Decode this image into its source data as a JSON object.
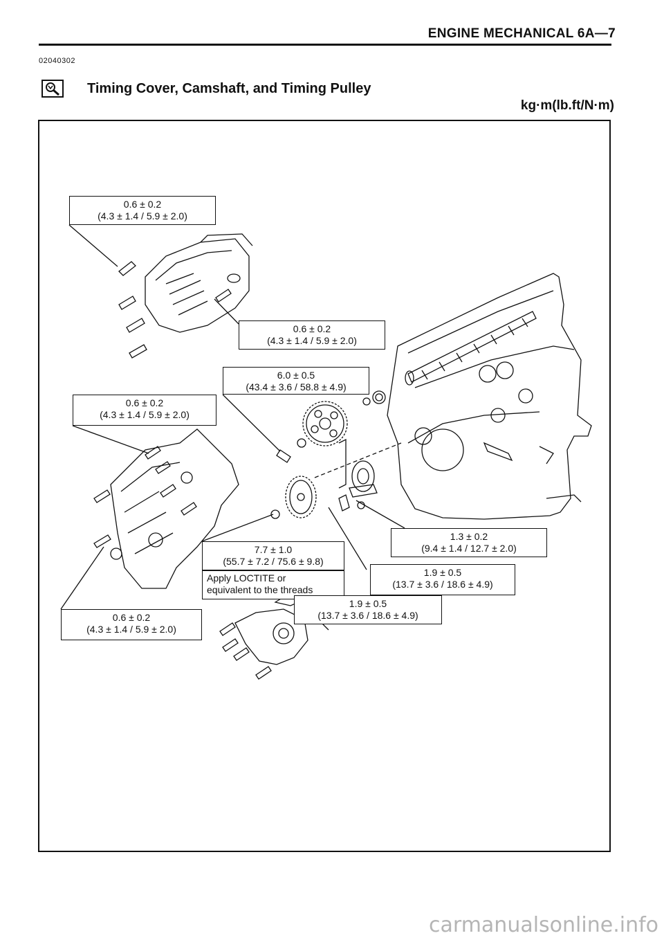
{
  "header": {
    "title": "ENGINE MECHANICAL 6A—7",
    "code": "02040302",
    "section_title": "Timing Cover, Camshaft, and Timing Pulley",
    "units": "kg·m(lb.ft/N·m)",
    "icon": "magnify-icon"
  },
  "callouts": [
    {
      "id": "upper-cover-bolts",
      "line1": "0.6 ± 0.2",
      "line2": "(4.3 ± 1.4 / 5.9 ± 2.0)"
    },
    {
      "id": "upper-cover-right-bolt",
      "line1": "0.6 ± 0.2",
      "line2": "(4.3 ± 1.4 / 5.9 ± 2.0)"
    },
    {
      "id": "camshaft-pulley-bolt",
      "line1": "6.0 ± 0.5",
      "line2": "(43.4 ± 3.6 / 58.8 ± 4.9)"
    },
    {
      "id": "rear-plate-bolts",
      "line1": "0.6 ± 0.2",
      "line2": "(4.3 ± 1.4 / 5.9 ± 2.0)"
    },
    {
      "id": "tensioner-bolt",
      "line1": "1.3 ± 0.2",
      "line2": "(9.4 ± 1.4 / 12.7 ± 2.0)"
    },
    {
      "id": "crank-pulley-bolt",
      "line1": "7.7 ± 1.0",
      "line2": "(55.7 ± 7.2 / 75.6 ± 9.8)"
    },
    {
      "id": "tensioner-stud",
      "line1": "1.9 ± 0.5",
      "line2": "(13.7 ± 3.6 / 18.6 ± 4.9)"
    },
    {
      "id": "lower-cover-bolts",
      "line1": "0.6 ± 0.2",
      "line2": "(4.3 ± 1.4 / 5.9 ± 2.0)"
    },
    {
      "id": "oil-pump-bolts",
      "line1": "1.9 ± 0.5",
      "line2": "(13.7 ± 3.6 / 18.6 ± 4.9)"
    }
  ],
  "note": {
    "line1": "Apply LOCTITE or",
    "line2": "equivalent to the threads"
  },
  "watermark": "carmanualsonline.info"
}
